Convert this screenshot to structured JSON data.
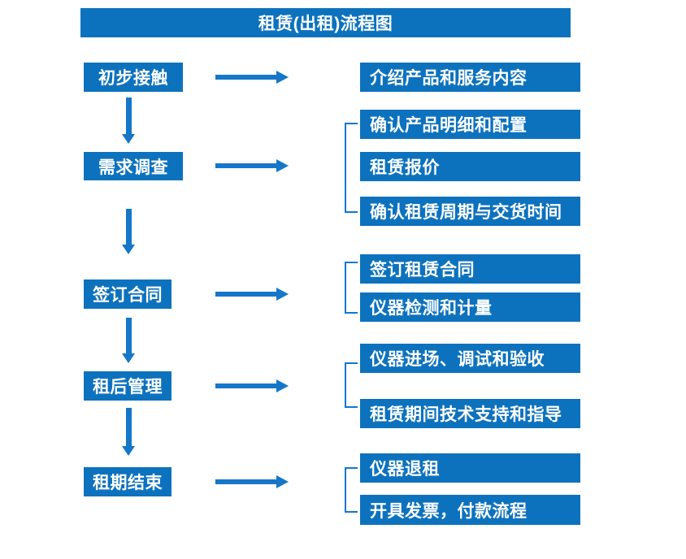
{
  "title": "租赁(出租)流程图",
  "colors": {
    "box_blue": "#0d72be",
    "arrow_blue": "#1577c9",
    "text_white": "#ffffff",
    "background": "#ffffff"
  },
  "steps": [
    {
      "label": "初步接触",
      "details": [
        "介绍产品和服务内容"
      ]
    },
    {
      "label": "需求调查",
      "details": [
        "确认产品明细和配置",
        "租赁报价",
        "确认租赁周期与交货时间"
      ]
    },
    {
      "label": "签订合同",
      "details": [
        "签订租赁合同",
        "仪器检测和计量"
      ]
    },
    {
      "label": "租后管理",
      "details": [
        "仪器进场、调试和验收",
        "租赁期间技术支持和指导"
      ]
    },
    {
      "label": "租期结束",
      "details": [
        "仪器退租",
        "开具发票，付款流程"
      ]
    }
  ]
}
